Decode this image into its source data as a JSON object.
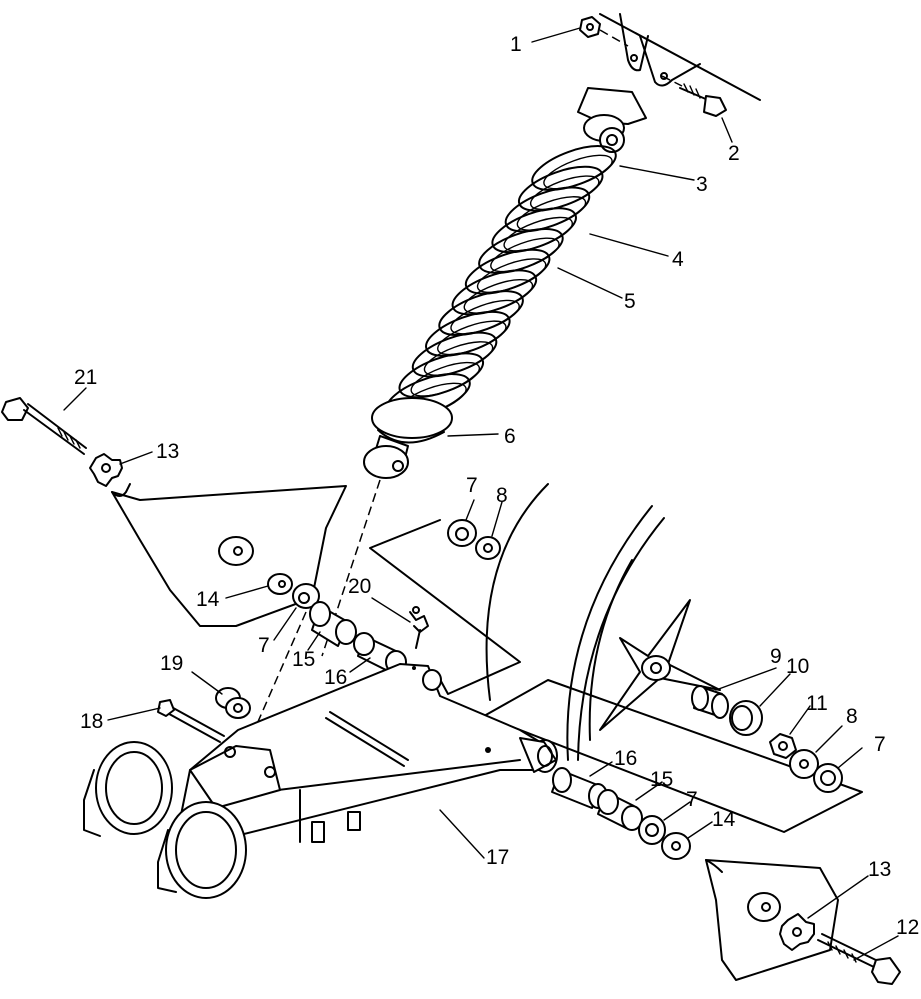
{
  "callouts": {
    "c1": "1",
    "c2": "2",
    "c3": "3",
    "c4": "4",
    "c5": "5",
    "c6": "6",
    "c7a": "7",
    "c7b": "7",
    "c7c": "7",
    "c7d": "7",
    "c8a": "8",
    "c8b": "8",
    "c9": "9",
    "c10": "10",
    "c11": "11",
    "c12": "12",
    "c13a": "13",
    "c13b": "13",
    "c14a": "14",
    "c14b": "14",
    "c15a": "15",
    "c15b": "15",
    "c16a": "16",
    "c16b": "16",
    "c17": "17",
    "c18": "18",
    "c19": "19",
    "c20": "20",
    "c21": "21"
  }
}
